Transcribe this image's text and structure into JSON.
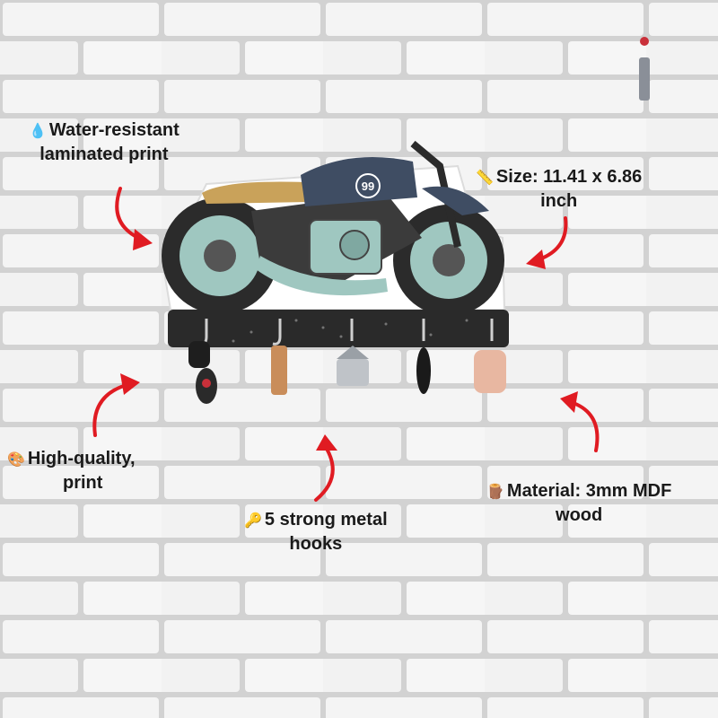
{
  "features": {
    "water_resistant": {
      "icon": "water-drop-icon",
      "line1": "Water-resistant",
      "line2": "laminated print"
    },
    "size": {
      "icon": "ruler-icon",
      "line1": "Size: 11.41 x 6.86",
      "line2": "inch"
    },
    "print_quality": {
      "icon": "palette-icon",
      "line1": "High-quality,",
      "line2": "print"
    },
    "hooks": {
      "icon": "key-icon",
      "line1": "5 strong metal",
      "line2": "hooks"
    },
    "material": {
      "icon": "wood-log-icon",
      "line1": "Material: 3mm MDF",
      "line2": "wood"
    }
  },
  "product": {
    "bike_number": "99",
    "hook_count": 5
  },
  "colors": {
    "arrow": "#e01b22",
    "wall": "#e9e9e9",
    "bike_tank": "#3f4d63",
    "seat": "#c9a25a",
    "engine": "#9fc7c0",
    "board": "#2a2a2a"
  }
}
